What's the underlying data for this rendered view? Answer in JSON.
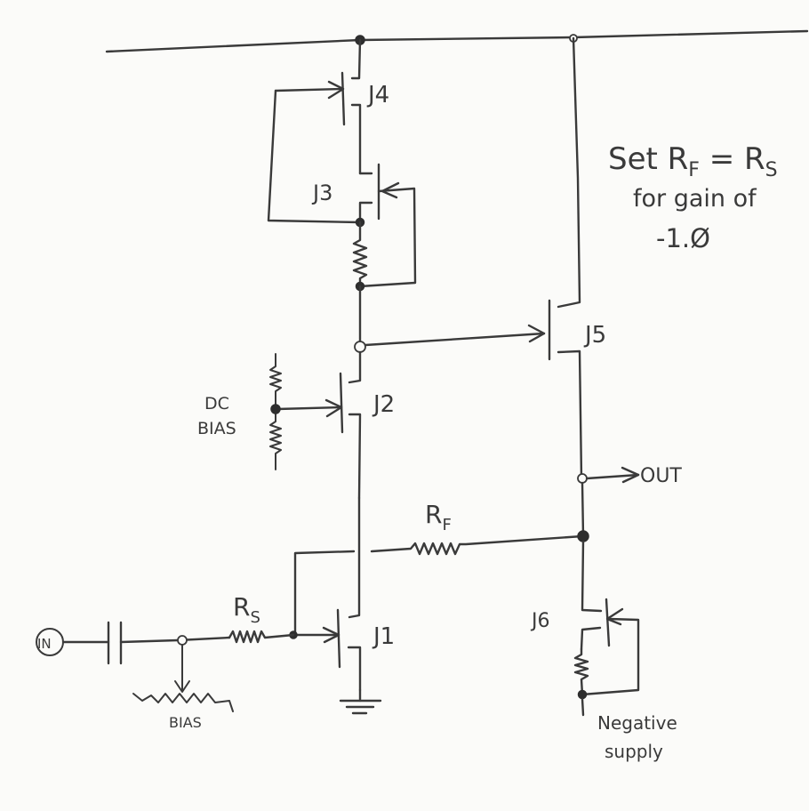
{
  "components": {
    "j1": "J1",
    "j2": "J2",
    "j3": "J3",
    "j4": "J4",
    "j5": "J5",
    "j6": "J6",
    "rf_main": "R",
    "rf_sub": "F",
    "rs_main": "R",
    "rs_sub": "S"
  },
  "ports": {
    "input": "IN",
    "output": "OUT",
    "dc_bias_line1": "DC",
    "dc_bias_line2": "BIAS",
    "input_bias": "BIAS",
    "neg_supply_line1": "Negative",
    "neg_supply_line2": "supply"
  },
  "note": {
    "line1_a": "Set R",
    "line1_sub1": "F",
    "line1_b": " = R",
    "line1_sub2": "S",
    "line2": "for gain of",
    "line3": "-1.Ø"
  }
}
